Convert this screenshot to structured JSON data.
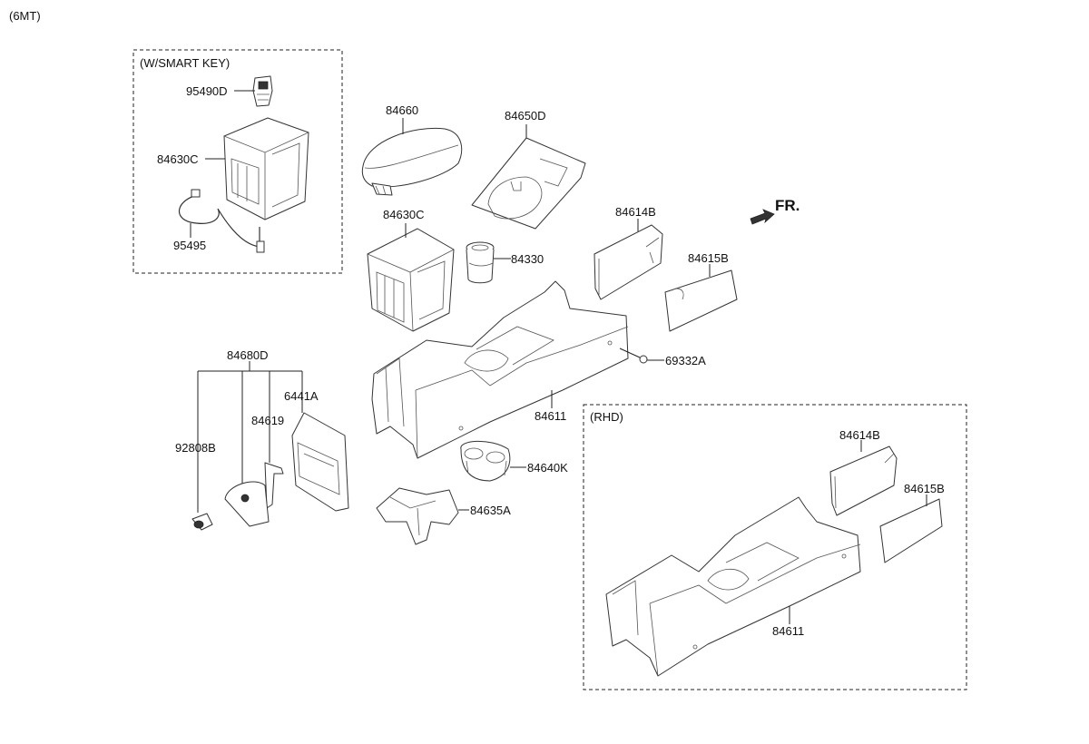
{
  "header": {
    "variant": "(6MT)"
  },
  "boxes": {
    "smart_key": "(W/SMART KEY)",
    "rhd": "(RHD)"
  },
  "direction_indicator": {
    "label": "FR.",
    "icon": "front-arrow-icon"
  },
  "labels": {
    "p95490D": "95490D",
    "p84630C_smart": "84630C",
    "p95495": "95495",
    "p84660": "84660",
    "p84650D": "84650D",
    "p84630C": "84630C",
    "p84330": "84330",
    "p84614B": "84614B",
    "p84615B": "84615B",
    "p69332A": "69332A",
    "p84611": "84611",
    "p84680D": "84680D",
    "p6441A": "6441A",
    "p84619": "84619",
    "p92808B": "92808B",
    "p84640K": "84640K",
    "p84635A": "84635A",
    "p84614B_rhd": "84614B",
    "p84615B_rhd": "84615B",
    "p84611_rhd": "84611"
  }
}
